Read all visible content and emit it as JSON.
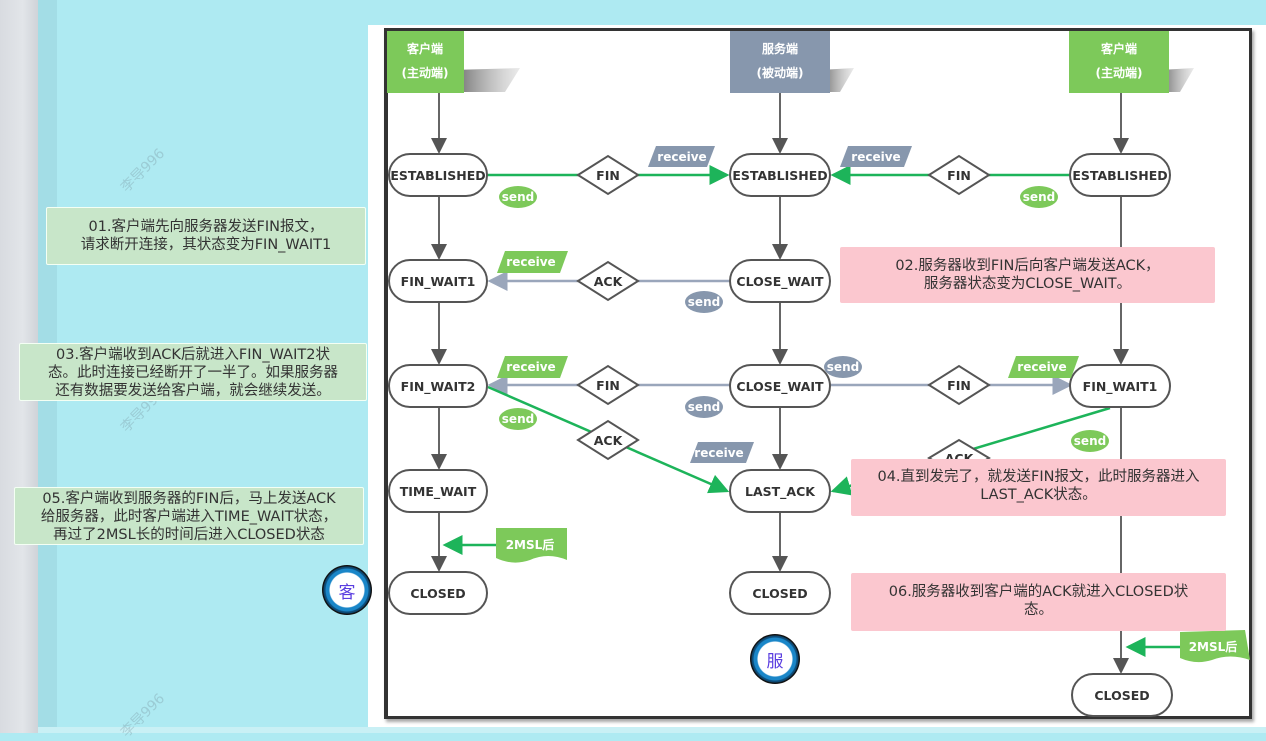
{
  "header_boxes": {
    "client_left": {
      "line1": "客户端",
      "line2": "(主动端)"
    },
    "server": {
      "line1": "服务端",
      "line2": "(被动端)"
    },
    "client_right": {
      "line1": "客户端",
      "line2": "(主动端)"
    }
  },
  "states": {
    "left_established": "ESTABLISHED",
    "left_fin_wait1": "FIN_WAIT1",
    "left_fin_wait2": "FIN_WAIT2",
    "left_time_wait": "TIME_WAIT",
    "left_closed": "CLOSED",
    "mid_established": "ESTABLISHED",
    "mid_close_wait_1": "CLOSE_WAIT",
    "mid_close_wait_2": "CLOSE_WAIT",
    "mid_last_ack": "LAST_ACK",
    "mid_closed": "CLOSED",
    "right_established": "ESTABLISHED",
    "right_fin_wait1": "FIN_WAIT1",
    "right_closed": "CLOSED"
  },
  "messages": {
    "fin_1": "FIN",
    "ack_1": "ACK",
    "fin_2": "FIN",
    "ack_2": "ACK",
    "fin_right_1": "FIN",
    "fin_right_2": "FIN",
    "ack_right": "ACK"
  },
  "tags": {
    "send": "send",
    "receive": "receive",
    "msl": "2MSL后"
  },
  "notes": {
    "n01": "01.客户端先向服务器发送FIN报文，\n请求断开连接，其状态变为FIN_WAIT1",
    "n02": "02.服务器收到FIN后向客户端发送ACK，\n服务器状态变为CLOSE_WAIT。",
    "n03": "03.客户端收到ACK后就进入FIN_WAIT2状\n态。此时连接已经断开了一半了。如果服务器\n还有数据要发送给客户端，就会继续发送。",
    "n04": "04.直到发完了，就发送FIN报文，此时服务器进入\nLAST_ACK状态。",
    "n05": "05.客户端收到服务器的FIN后，马上发送ACK\n给服务器，此时客户端进入TIME_WAIT状态，\n再过了2MSL长的时间后进入CLOSED状态",
    "n06": "06.服务器收到客户端的ACK就进入CLOSED状\n态。"
  },
  "badges": {
    "client": "客",
    "server": "服"
  },
  "watermark": "李导996",
  "colors": {
    "green": "#7dc95a",
    "slate": "#8797ad",
    "arrow_green": "#1db45a",
    "arrow_slate": "#9aa6bb",
    "pink": "#fbc7cf",
    "note_green": "#c8e6c9",
    "bg": "#aeeaf2"
  }
}
